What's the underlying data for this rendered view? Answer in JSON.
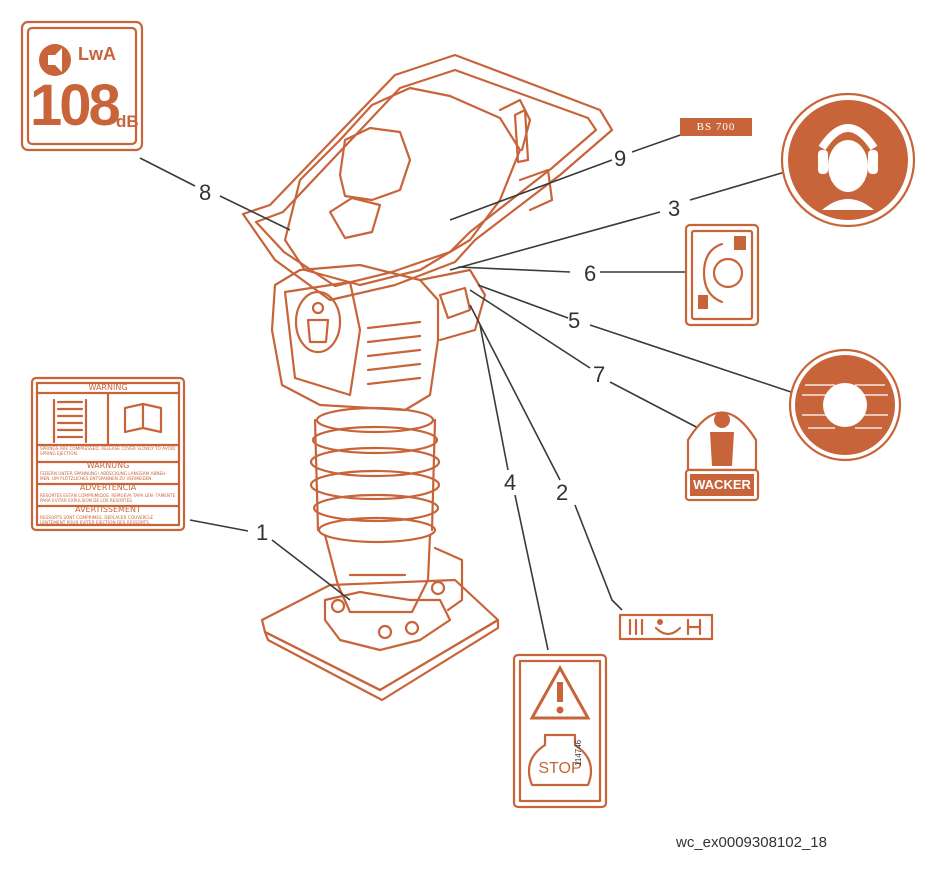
{
  "callouts": [
    "1",
    "2",
    "3",
    "4",
    "5",
    "6",
    "7",
    "8",
    "9"
  ],
  "decals": {
    "sound": {
      "lwa": "LwA",
      "db_value": "108",
      "db_unit": "dB"
    },
    "model": "BS 700",
    "warning": {
      "en_title": "WARNING",
      "en_text": "SPRINGS ARE COMPRESSED. RELEASE COVER SLOWLY TO AVOID SPRING EJECTION.",
      "de_title": "WARNUNG",
      "de_text": "FEDERN UNTER SPANNUNG! ABDECKUNG LANGSAM ABNEH- MEN, UM PLÖTZLICHES ENTSPANNEN ZU VERMEIDEN.",
      "es_title": "ADVERTENCIA",
      "es_text": "RESORTES ESTAN COMPRIMIDOS. REMUEVA TAPA LEN- TAMENTE PARA EVITAR EXPULSION DE LOS RESORTES.",
      "fr_title": "AVERTISSEMENT",
      "fr_text": "RESSORTS SONT COMPRIMES. DEPLACER COUVERCLE LENTEMENT POUR EVITER EJECTION DES RESSORTS."
    },
    "brand": "WACKER",
    "stop": {
      "label": "STOP",
      "part_no": "114746"
    }
  },
  "image_code": "wc_ex0009308102_18",
  "colors": {
    "accent": "#c8643a",
    "line": "#3a3a3a",
    "white": "#ffffff"
  }
}
